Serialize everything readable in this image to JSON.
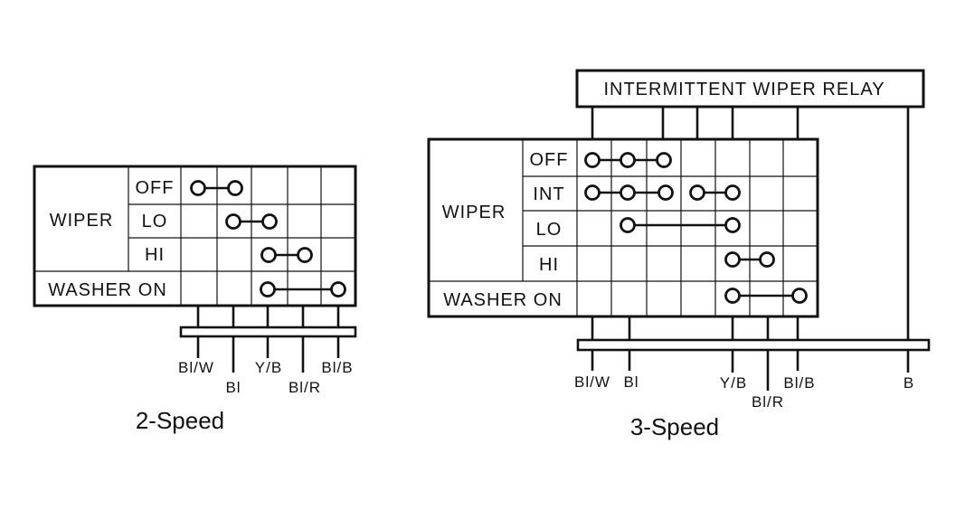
{
  "two_speed": {
    "caption": "2-Speed",
    "function_label": "WIPER",
    "rows": [
      {
        "label": "OFF"
      },
      {
        "label": "LO"
      },
      {
        "label": "HI"
      }
    ],
    "washer_label": "WASHER ON",
    "wires": [
      "Bl/W",
      "Bl",
      "Y/B",
      "Bl/R",
      "Bl/B"
    ]
  },
  "three_speed": {
    "caption": "3-Speed",
    "relay_label": "INTERMITTENT WIPER RELAY",
    "function_label": "WIPER",
    "rows": [
      {
        "label": "OFF"
      },
      {
        "label": "INT"
      },
      {
        "label": "LO"
      },
      {
        "label": "HI"
      }
    ],
    "washer_label": "WASHER ON",
    "wires": [
      "Bl/W",
      "Bl",
      "Y/B",
      "Bl/R",
      "Bl/B",
      "B"
    ]
  }
}
